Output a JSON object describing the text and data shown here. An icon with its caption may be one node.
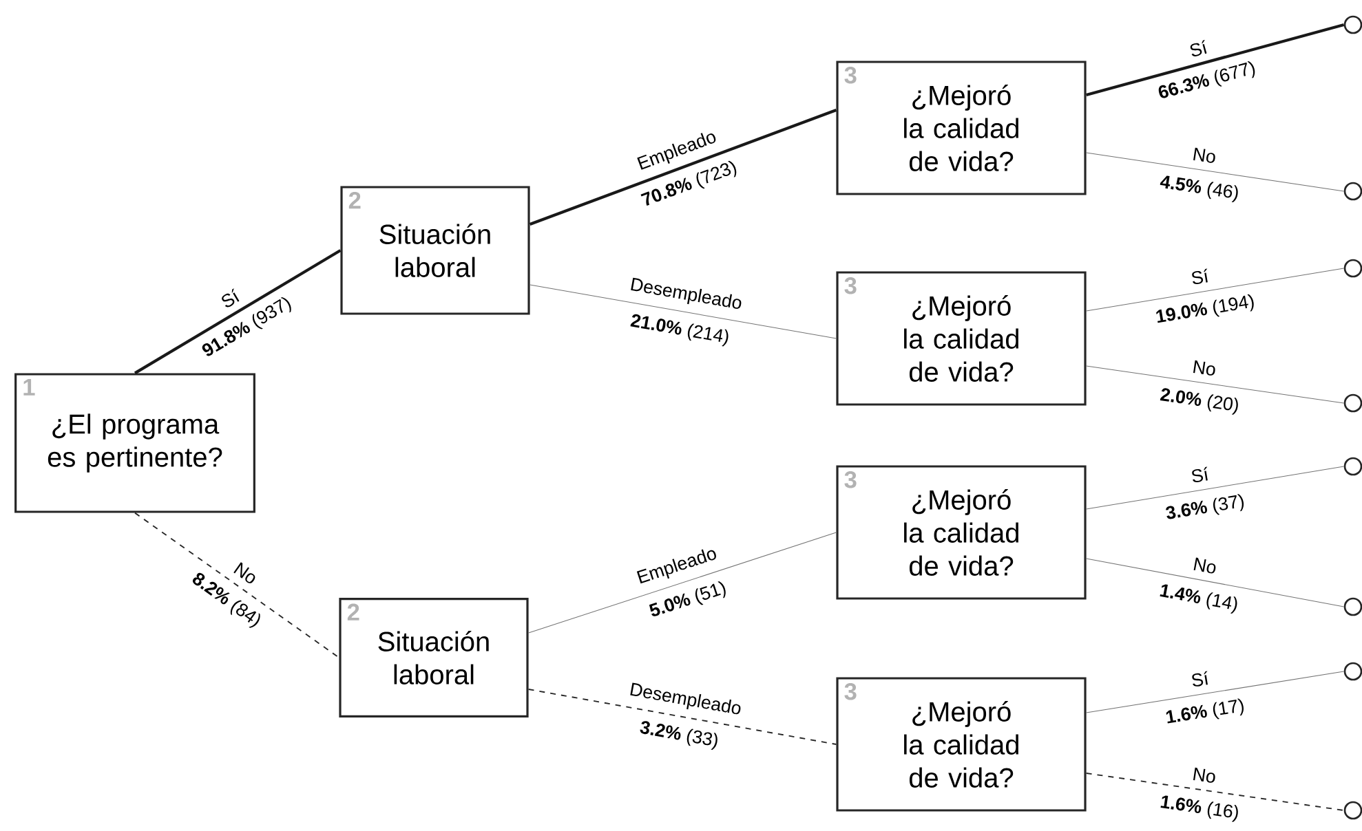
{
  "diagram": {
    "nodes": [
      {
        "text": [
          "1",
          "¿El programa es pertinente?"
        ]
      },
      {
        "text": [
          "2",
          "Situación laboral"
        ]
      },
      {
        "text": [
          "2",
          "Situación laboral"
        ]
      },
      {
        "text": [
          "3",
          "¿Mejoró la calidad de vida?"
        ]
      },
      {
        "text": [
          "3",
          "¿Mejoró la calidad de vida?"
        ]
      },
      {
        "text": [
          "3",
          "¿Mejoró la calidad de vida?"
        ]
      },
      {
        "text": [
          "3",
          "¿Mejoró la calidad de vida?"
        ]
      },
      {
        "text": [],
        "shape": "circle"
      },
      {
        "text": [],
        "shape": "circle"
      },
      {
        "text": [],
        "shape": "circle"
      },
      {
        "text": [],
        "shape": "circle"
      },
      {
        "text": [],
        "shape": "circle"
      },
      {
        "text": [],
        "shape": "circle"
      },
      {
        "text": [],
        "shape": "circle"
      },
      {
        "text": [],
        "shape": "circle"
      }
    ],
    "edges": [
      {
        "from": 0,
        "to": 1,
        "arrow": "none",
        "label": "Sí",
        "style": "thick"
      },
      {
        "from": 0,
        "to": 2,
        "arrow": "none",
        "label": "No",
        "style": "dashed"
      },
      {
        "from": 1,
        "to": 3,
        "arrow": "none",
        "label": "Empleado",
        "style": "thick"
      },
      {
        "from": 1,
        "to": 4,
        "arrow": "none",
        "label": "Desempleado"
      },
      {
        "from": 2,
        "to": 5,
        "arrow": "none",
        "label": "Empleado"
      },
      {
        "from": 2,
        "to": 6,
        "arrow": "none",
        "label": "Desempleado",
        "style": "dashed"
      },
      {
        "from": 3,
        "to": 7,
        "arrow": "none",
        "label": "Sí",
        "style": "thick"
      },
      {
        "from": 3,
        "to": 8,
        "arrow": "none",
        "label": "No"
      },
      {
        "from": 4,
        "to": 9,
        "arrow": "none",
        "label": "Sí"
      },
      {
        "from": 4,
        "to": 10,
        "arrow": "none",
        "label": "No"
      },
      {
        "from": 5,
        "to": 11,
        "arrow": "none",
        "label": "Sí"
      },
      {
        "from": 5,
        "to": 12,
        "arrow": "none",
        "label": "No"
      },
      {
        "from": 6,
        "to": 13,
        "arrow": "none",
        "label": "Sí"
      },
      {
        "from": 6,
        "to": 14,
        "arrow": "none",
        "label": "No",
        "style": "dashed"
      }
    ],
    "labels": [
      "**91.8%** (937)",
      "**8.2%** (84)",
      "**70.8%** (723)",
      "**21.0%** (214)",
      "**5.0%** (51)",
      "**3.2%** (33)",
      "**66.3%** (677)",
      "**4.5%** (46)",
      "**19.0%** (194)",
      "**2.0%** (20)",
      "**3.6%** (37)",
      "**1.4%** (14)",
      "**1.6%** (17)",
      "**1.6%** (16)"
    ]
  }
}
